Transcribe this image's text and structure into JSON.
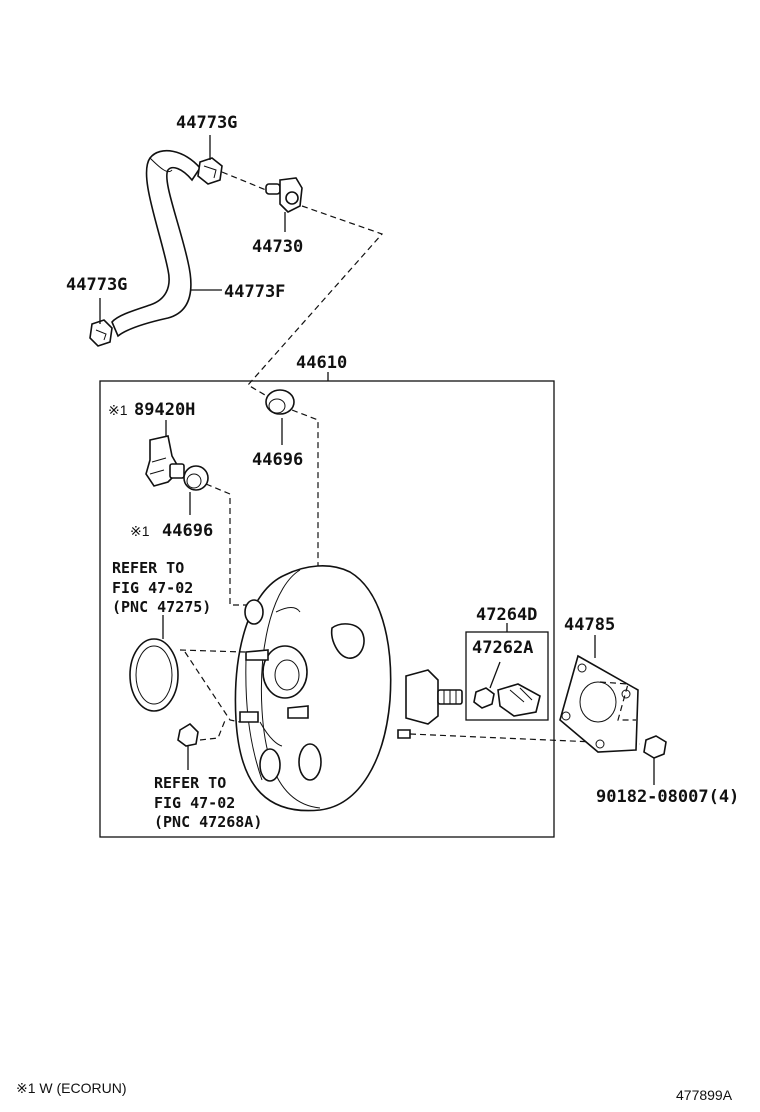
{
  "labels": {
    "hose_clamp_top": "44773G",
    "check_valve": "44730",
    "hose_clamp_bottom": "44773G",
    "vacuum_hose": "44773F",
    "booster_assembly": "44610",
    "sensor_prefix": "※1",
    "sensor": "89420H",
    "grommet_right": "44696",
    "grommet_left_prefix": "※1",
    "grommet_left": "44696",
    "refer_top_line1": "REFER TO",
    "refer_top_line2": "FIG 47-02",
    "refer_top_line3": "(PNC 47275)",
    "refer_bottom_line1": "REFER TO",
    "refer_bottom_line2": "FIG 47-02",
    "refer_bottom_line3": "(PNC 47268A)",
    "clevis_set": "47264D",
    "clevis": "47262A",
    "gasket": "44785",
    "nut": "90182-08007(4)"
  },
  "footnote": "※1 W (ECORUN)",
  "drawing_number": "477899A"
}
